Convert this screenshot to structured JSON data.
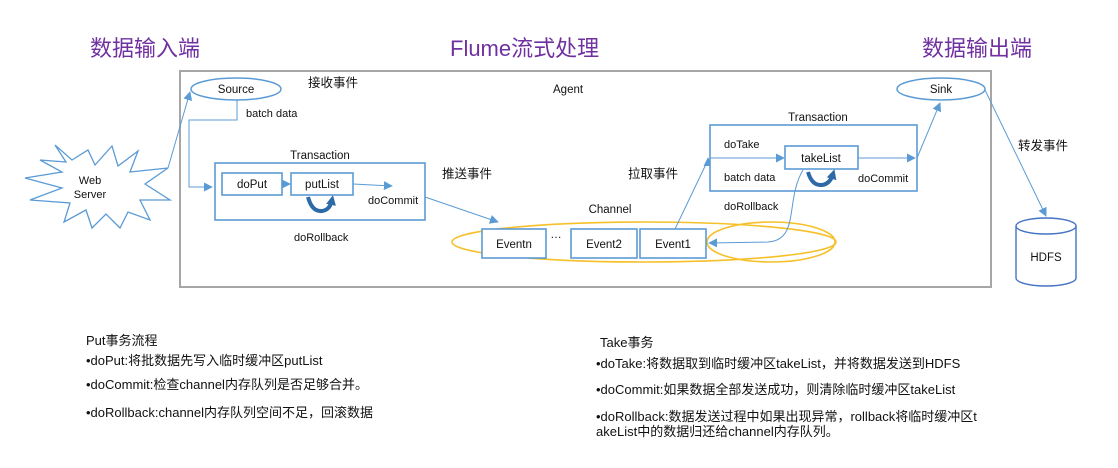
{
  "headings": {
    "input": "数据输入端",
    "process": "Flume流式处理",
    "output": "数据输出端"
  },
  "colors": {
    "heading": "#7030a0",
    "flow": "#5b9bd5",
    "channel": "#f5c02a",
    "agent_border": "#a6a6a6",
    "loop_arrow": "#2f6aa8"
  },
  "diagram": {
    "web_server": {
      "line1": "Web",
      "line2": "Server"
    },
    "agent_label": "Agent",
    "source": "Source",
    "sink": "Sink",
    "hdfs": "HDFS",
    "receive_event": "接收事件",
    "push_event": "推送事件",
    "pull_event": "拉取事件",
    "forward_event": "转发事件",
    "put_side": {
      "batch_data": "batch data",
      "transaction": "Transaction",
      "doPut": "doPut",
      "putList": "putList",
      "doCommit": "doCommit",
      "doRollback": "doRollback"
    },
    "take_side": {
      "transaction": "Transaction",
      "doTake": "doTake",
      "takeList": "takeList",
      "batch_data": "batch data",
      "doCommit": "doCommit",
      "doRollback": "doRollback"
    },
    "channel": {
      "label": "Channel",
      "events": [
        "Eventn",
        "Event2",
        "Event1"
      ],
      "ellipsis": "…"
    }
  },
  "put_notes": {
    "title": "Put事务流程",
    "items": [
      "•doPut:将批数据先写入临时缓冲区putList",
      "•doCommit:检查channel内存队列是否足够合并。",
      "•doRollback:channel内存队列空间不足，回滚数据"
    ]
  },
  "take_notes": {
    "title": "Take事务",
    "items": [
      "•doTake:将数据取到临时缓冲区takeList，并将数据发送到HDFS",
      "•doCommit:如果数据全部发送成功，则清除临时缓冲区takeList",
      "•doRollback:数据发送过程中如果出现异常，rollback将临时缓冲区t",
      "akeList中的数据归还给channel内存队列。"
    ]
  }
}
